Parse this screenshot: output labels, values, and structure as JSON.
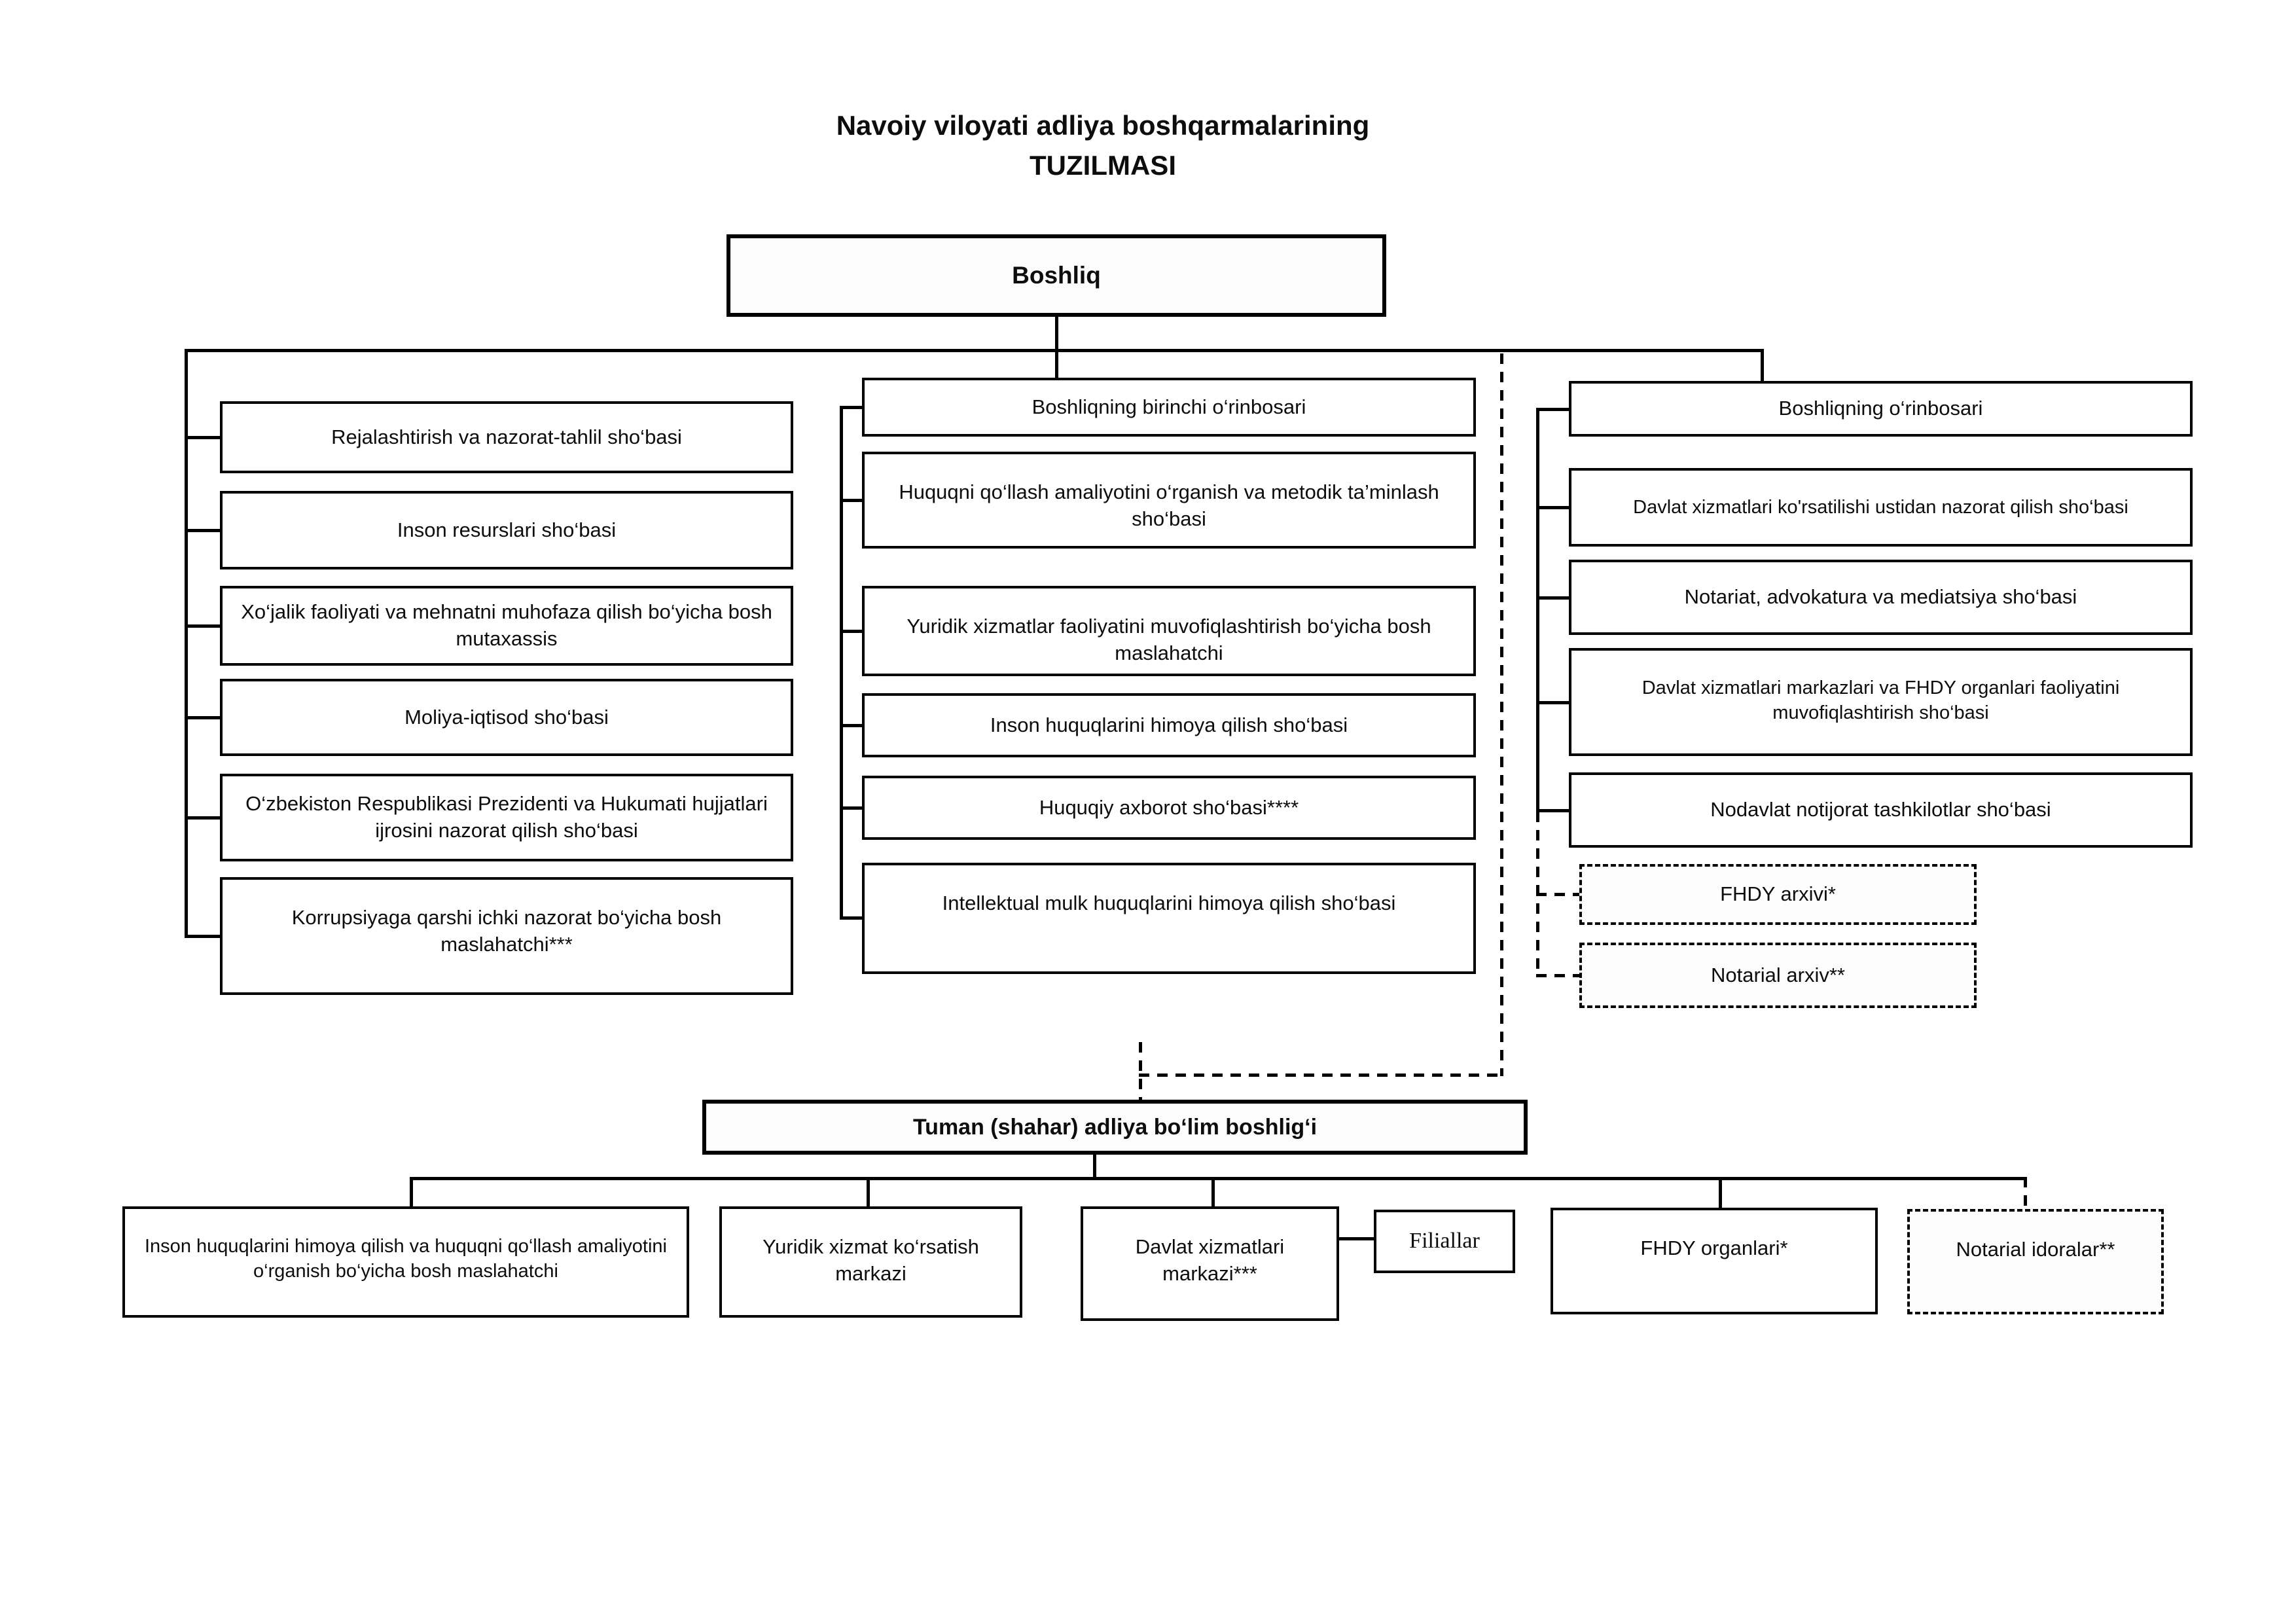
{
  "diagram": {
    "title_line1": "Navoiy viloyati adliya boshqarmalarining",
    "title_line2": "TUZILMASI",
    "root": "Boshliq",
    "left": [
      "Rejalashtirish va nazorat-tahlil sho‘basi",
      "Inson resurslari sho‘basi",
      "Xo‘jalik faoliyati va mehnatni muhofaza qilish bo‘yicha bosh mutaxassis",
      "Moliya-iqtisod sho‘basi",
      "O‘zbekiston Respublikasi Prezidenti va Hukumati hujjatlari ijrosini nazorat qilish sho‘basi",
      "Korrupsiyaga qarshi ichki nazorat bo‘yicha bosh maslahatchi***"
    ],
    "middle": [
      "Boshliqning birinchi o‘rinbosari",
      "Huquqni qo‘llash amaliyotini o‘rganish va metodik ta’minlash sho‘basi",
      "Yuridik xizmatlar faoliyatini muvofiqlashtirish bo‘yicha bosh maslahatchi",
      "Inson huquqlarini himoya qilish sho‘basi",
      "Huquqiy axborot sho‘basi****",
      "Intellektual mulk huquqlarini himoya qilish sho‘basi"
    ],
    "right": [
      "Boshliqning o‘rinbosari",
      "Davlat xizmatlari ko'rsatilishi ustidan nazorat qilish sho‘basi",
      "Notariat, advokatura va mediatsiya sho‘basi",
      "Davlat xizmatlari markazlari va FHDY organlari faoliyatini muvofiqlashtirish sho‘basi",
      "Nodavlat notijorat tashkilotlar sho‘basi"
    ],
    "right_dashed": [
      "FHDY arxivi*",
      "Notarial arxiv**"
    ],
    "tuman": "Tuman (shahar) adliya bo‘lim boshlig‘i",
    "bottom": [
      "Inson huquqlarini himoya qilish va huquqni qo‘llash amaliyotini o‘rganish bo‘yicha bosh maslahatchi",
      "Yuridik xizmat ko‘rsatish markazi",
      "Davlat xizmatlari markazi***",
      "Filiallar",
      "FHDY organlari*"
    ],
    "bottom_dashed": "Notarial idoralar**",
    "colors": {
      "line": "#000000",
      "background": "#ffffff"
    }
  }
}
